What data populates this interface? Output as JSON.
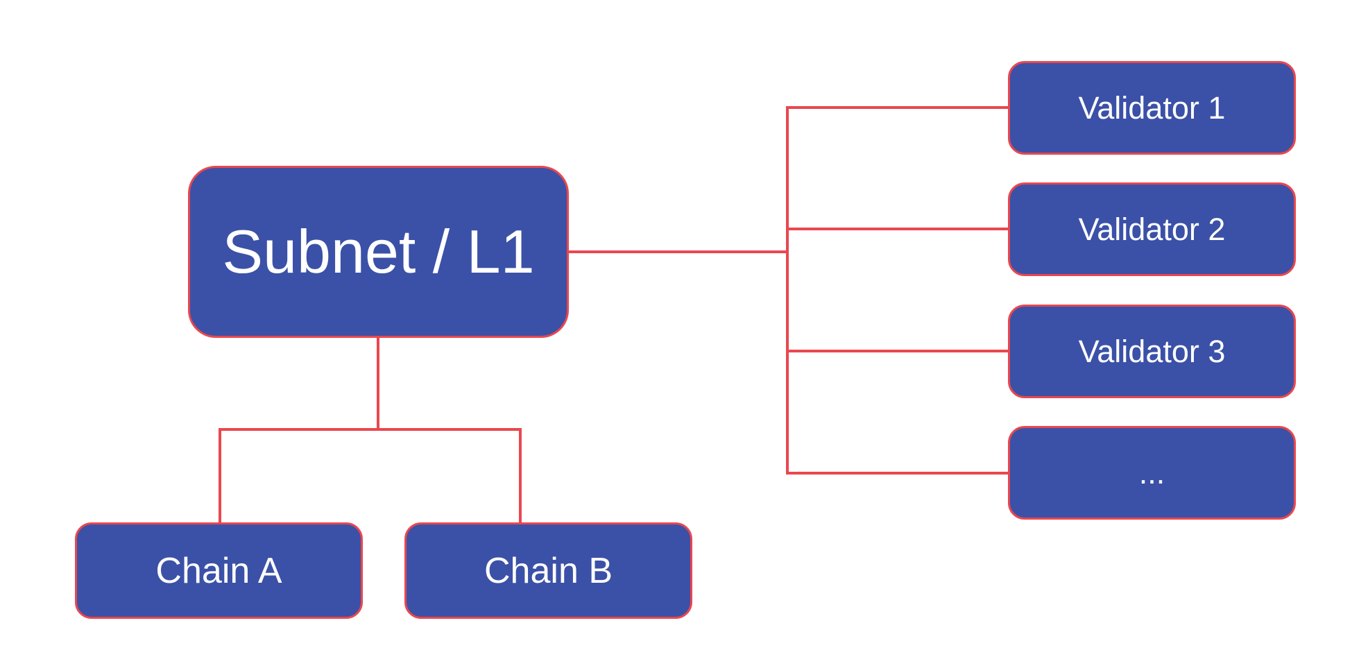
{
  "diagram": {
    "background_color": "#FFFFFF",
    "node_fill_color": "#3B51A7",
    "node_border_color": "#E9474F",
    "connector_color": "#E9474F",
    "text_color": "#FFFFFF",
    "nodes": {
      "subnet": {
        "label": "Subnet / L1"
      },
      "chains": [
        {
          "label": "Chain A"
        },
        {
          "label": "Chain B"
        }
      ],
      "validators": [
        {
          "label": "Validator 1"
        },
        {
          "label": "Validator 2"
        },
        {
          "label": "Validator 3"
        },
        {
          "label": "..."
        }
      ]
    },
    "edges": [
      {
        "from": "subnet",
        "to": "validator-trunk"
      },
      {
        "from": "validator-trunk",
        "to": "validator-1"
      },
      {
        "from": "validator-trunk",
        "to": "validator-2"
      },
      {
        "from": "validator-trunk",
        "to": "validator-3"
      },
      {
        "from": "validator-trunk",
        "to": "validator-more"
      },
      {
        "from": "subnet",
        "to": "chain-a"
      },
      {
        "from": "subnet",
        "to": "chain-b"
      }
    ]
  }
}
